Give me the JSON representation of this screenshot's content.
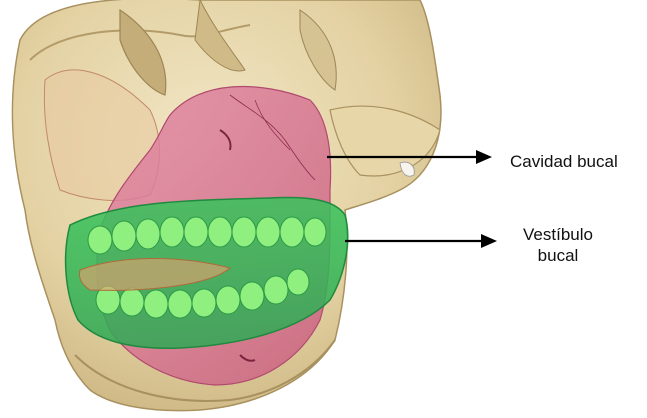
{
  "labels": {
    "cavidad_bucal": "Cavidad bucal",
    "vestibulo_line1": "Vestíbulo",
    "vestibulo_line2": "bucal"
  },
  "colors": {
    "bone": "#e8d9b0",
    "bone_shadow": "#c9b483",
    "oral_cavity": "#d9708f",
    "vestibule": "#3fbf5f",
    "teeth": "#7fe87a",
    "arrow": "#000000"
  }
}
